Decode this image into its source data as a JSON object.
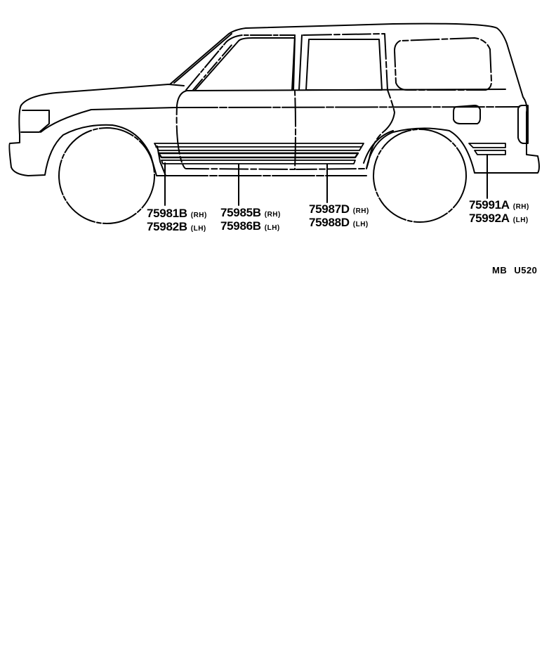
{
  "diagram": {
    "type": "parts-catalog-illustration",
    "subject": "vehicle side view with body side moldings",
    "line_color": "#000000",
    "background": "#ffffff",
    "callouts": [
      {
        "rh_part": "75981B",
        "rh_label": "(RH)",
        "lh_part": "75982B",
        "lh_label": "(LH)"
      },
      {
        "rh_part": "75985B",
        "rh_label": "(RH)",
        "lh_part": "75986B",
        "lh_label": "(LH)"
      },
      {
        "rh_part": "75987D",
        "rh_label": "(RH)",
        "lh_part": "75988D",
        "lh_label": "(LH)"
      },
      {
        "rh_part": "75991A",
        "rh_label": "(RH)",
        "lh_part": "75992A",
        "lh_label": "(LH)"
      }
    ],
    "reference_code": "MB U520"
  }
}
